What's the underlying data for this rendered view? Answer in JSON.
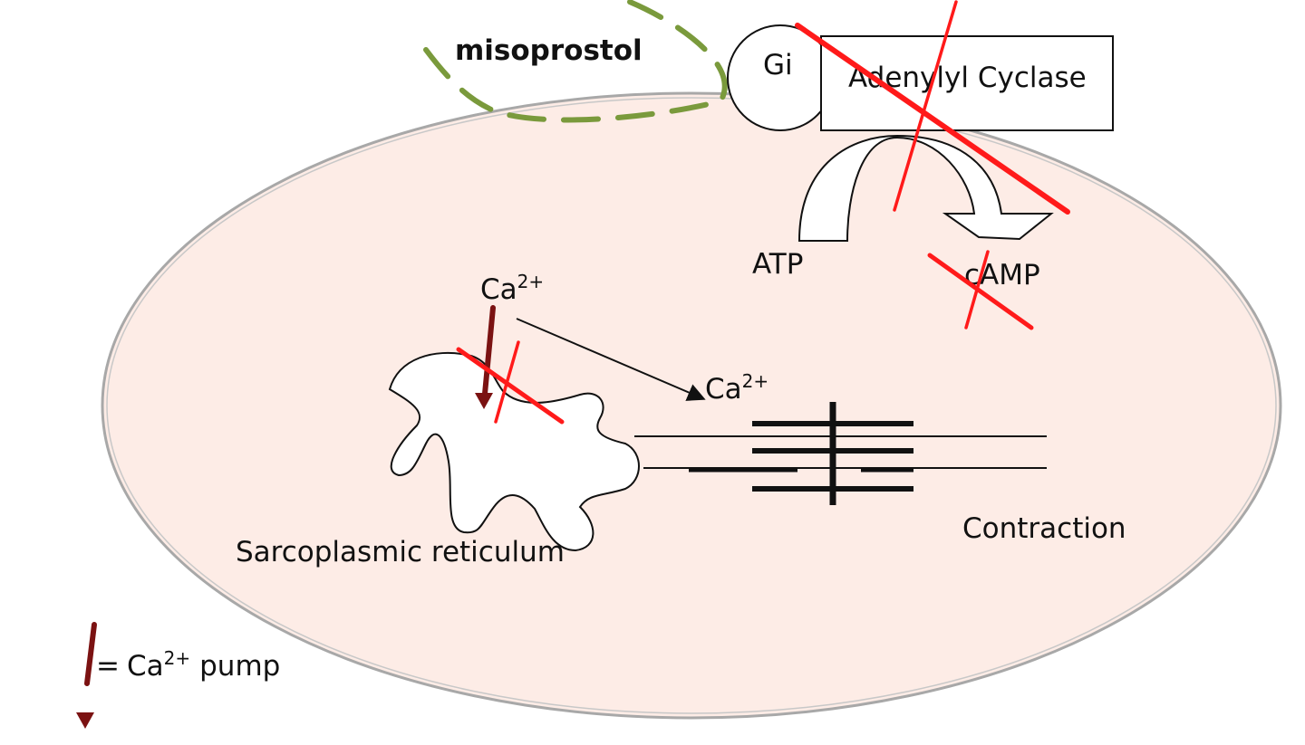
{
  "labels": {
    "drug": "misoprostol",
    "gi": "Gi",
    "enzyme": "Adenylyl Cyclase",
    "atp": "ATP",
    "camp": "cAMP",
    "calcium_base": "Ca",
    "calcium_charge": "2+",
    "sr": "Sarcoplasmic reticulum",
    "contraction": "Contraction",
    "legend_prefix": "=",
    "legend_suffix": "pump"
  },
  "colors": {
    "cell_fill": "#fdece6",
    "cell_stroke": "#a8a8a8",
    "drug_dash": "#7a9a3c",
    "inhibit": "#ff1a1a",
    "pump": "#7b1212",
    "ink": "#111111"
  },
  "icons": {
    "pump": "ca-pump-arrow-icon",
    "inhibit": "red-cross-inhibition-mark"
  }
}
